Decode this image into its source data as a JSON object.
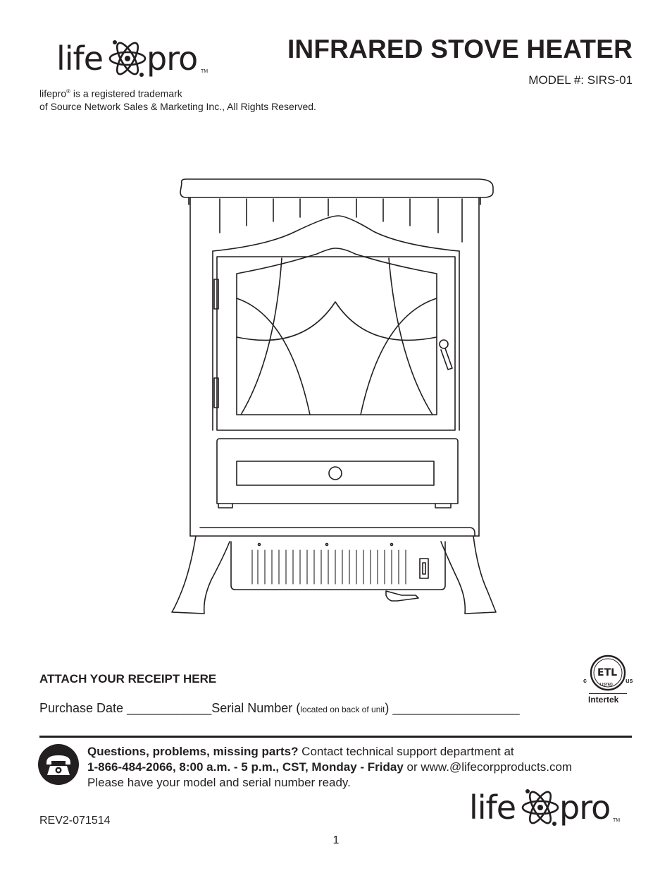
{
  "header": {
    "logo": {
      "left_text": "life",
      "right_text": "pro",
      "tm": "TM"
    },
    "trademark": {
      "brand": "lifepro",
      "registered_mark": "®",
      "line1_rest": " is a registered trademark",
      "line2": "of Source Network Sales & Marketing Inc., All Rights Reserved."
    },
    "title": "INFRARED STOVE HEATER",
    "model": "MODEL #: SIRS-01"
  },
  "illustration": {
    "subject": "stove-heater-illustration"
  },
  "receipt": {
    "title": "ATTACH YOUR RECEIPT HERE",
    "purchase_date_label": "Purchase Date",
    "purchase_date_blank": "____________",
    "serial_label": "Serial Number (",
    "serial_note": "located on back of unit",
    "serial_close": ")",
    "serial_blank": "__________________"
  },
  "certification": {
    "mark_letters": "ETL",
    "left": "c",
    "right": "us",
    "listed": "LISTED",
    "brand": "Intertek"
  },
  "support": {
    "q_bold": "Questions, problems, missing parts?",
    "q_rest": " Contact technical support department at",
    "phone_hours_bold": "1-866-484-2066, 8:00 a.m. - 5 p.m., CST, Monday - Friday",
    "or_web": " or www.@lifecorpproducts.com",
    "line3": "Please have your model and serial number ready."
  },
  "footer": {
    "rev": "REV2-071514",
    "page": "1",
    "logo": {
      "left_text": "life",
      "right_text": "pro",
      "tm": "TM"
    }
  },
  "colors": {
    "ink": "#231f20",
    "background": "#ffffff"
  }
}
